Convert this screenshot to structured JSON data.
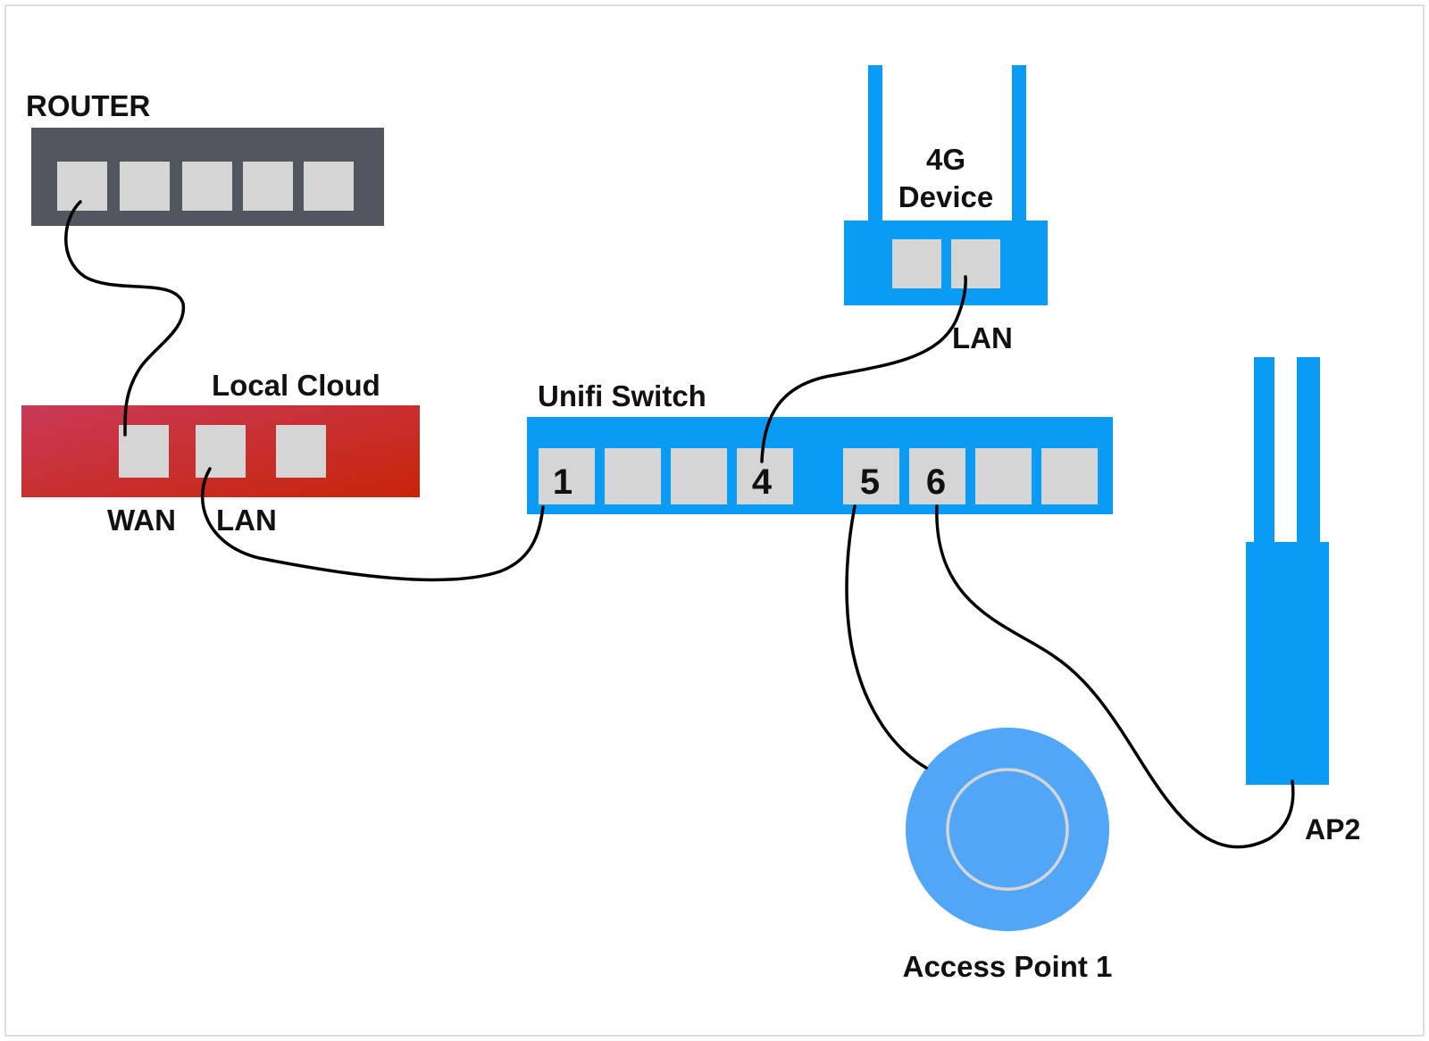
{
  "devices": {
    "router": {
      "label": "ROUTER",
      "color": "#52565e"
    },
    "local_cloud": {
      "label": "Local Cloud",
      "gradient_start": "#c83a58",
      "gradient_end": "#c82408"
    },
    "device_4g": {
      "label_line1": "4G",
      "label_line2": "Device",
      "color": "#0a9bf5"
    },
    "unifi_switch": {
      "label": "Unifi Switch",
      "color": "#0a9bf5"
    },
    "access_point_1": {
      "label": "Access Point 1",
      "color": "#52a6f7"
    },
    "ap2": {
      "label": "AP2",
      "color": "#0a9bf5"
    }
  },
  "ports": {
    "color": "#d5d5d5",
    "local_cloud_wan": "WAN",
    "local_cloud_lan": "LAN",
    "device_4g_lan": "LAN",
    "switch_numbers": [
      "1",
      "4",
      "5",
      "6"
    ]
  },
  "cable_color": "#000000",
  "frame_border_color": "#dddddd"
}
